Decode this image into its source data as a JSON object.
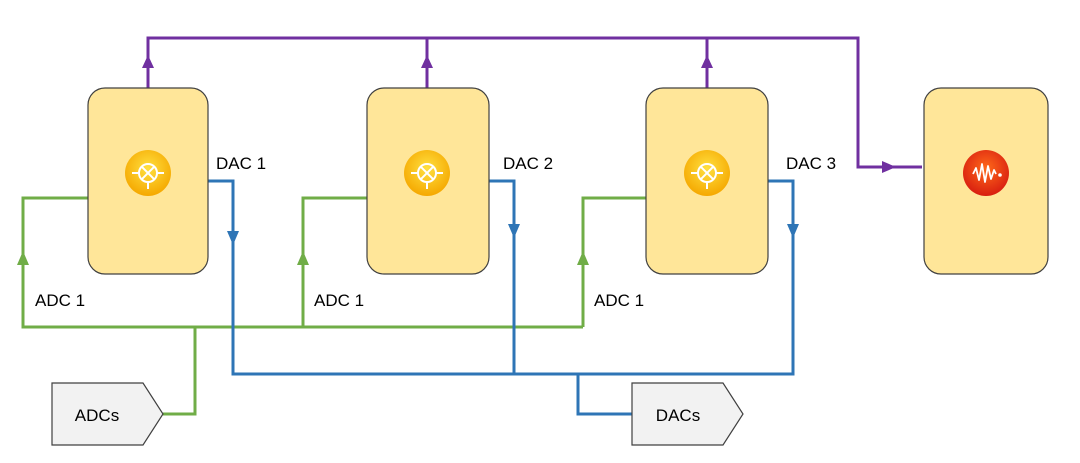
{
  "modules": [
    {
      "dac_label": "DAC 1",
      "adc_label": "ADC 1",
      "icon": "mixer-icon"
    },
    {
      "dac_label": "DAC 2",
      "adc_label": "ADC 1",
      "icon": "mixer-icon"
    },
    {
      "dac_label": "DAC 3",
      "adc_label": "ADC 1",
      "icon": "mixer-icon"
    }
  ],
  "output_module": {
    "icon": "waveform-icon"
  },
  "adc_source": {
    "label": "ADCs"
  },
  "dac_source": {
    "label": "DACs"
  },
  "colors": {
    "module_fill": "#FFE699",
    "module_stroke": "#404040",
    "adc_wire": "#70AD47",
    "dac_wire": "#2E75B6",
    "output_wire": "#7030A0",
    "mixer_icon_fill": "#FFC000",
    "waveform_icon_fill": "#E83A10",
    "source_fill": "#F2F2F2"
  }
}
